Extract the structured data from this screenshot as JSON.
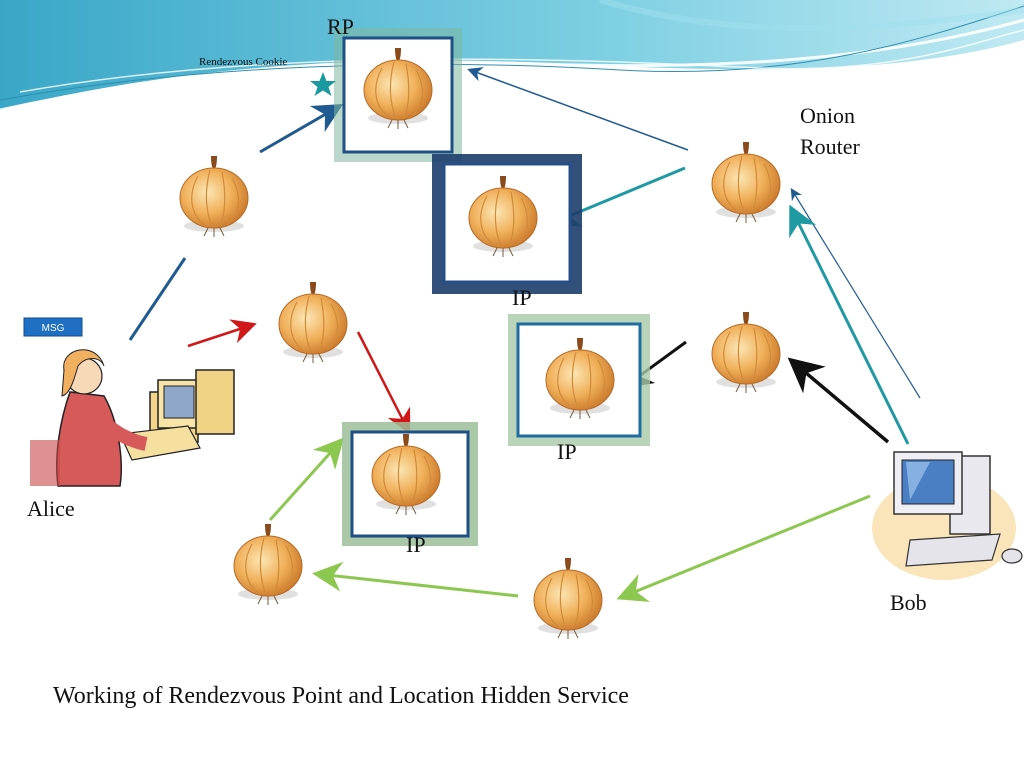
{
  "labels": {
    "rp": "RP",
    "cookie": "Rendezvous Cookie",
    "onion_router_line1": "Onion",
    "onion_router_line2": "Router",
    "ip_top": "IP",
    "ip_right": "IP",
    "ip_bottom": "IP",
    "alice": "Alice",
    "bob": "Bob",
    "msg": "MSG",
    "caption": "Working of Rendezvous Point and Location Hidden Service"
  },
  "colors": {
    "blue": "#1f5b91",
    "teal": "#1f9aa3",
    "red": "#d01818",
    "green": "#8cc850",
    "black": "#111111",
    "onion": "#e8a54a",
    "frame": "#1e4f86",
    "star": "#1a9aa0"
  }
}
